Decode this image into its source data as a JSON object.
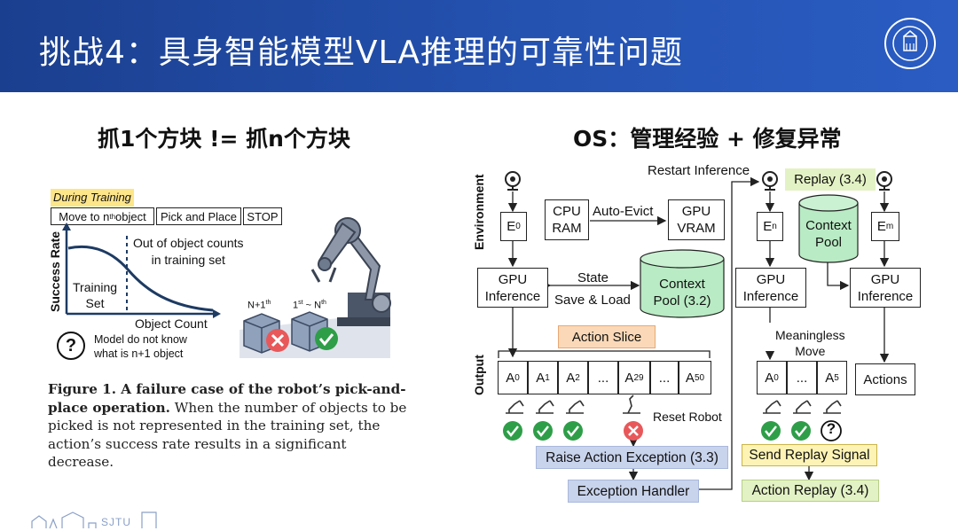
{
  "header": {
    "title": "挑战4：具身智能模型VLA推理的可靠性问题",
    "colors": {
      "band": "#2452b0",
      "text": "#ffffff"
    }
  },
  "left": {
    "heading": "抓1个方块 != 抓n个方块",
    "figure": {
      "during_training": "During Training",
      "task_move_prefix": "Move to n",
      "task_move_sup": "th",
      "task_move_suffix": " object",
      "task_pick": "Pick and Place",
      "task_stop": "STOP",
      "y_axis": "Success Rate",
      "x_axis": "Object Count",
      "training_set_1": "Training",
      "training_set_2": "Set",
      "out_of_counts_1": "Out of object counts",
      "out_of_counts_2": "in training set",
      "question_mark": "?",
      "model_note_1": "Model do not know",
      "model_note_2": "what is n+1 object",
      "n_plus_1": "N+1",
      "n_plus_1_sup": "th",
      "one_to_n_pre": "1",
      "one_to_n_sup1": "st",
      "one_to_n_mid": " ~ N",
      "one_to_n_sup2": "th"
    },
    "caption": {
      "bold": "Figure 1. A failure case of the robot’s pick-and-place operation.",
      "text": " When the number of objects to be picked is not represented in the training set, the action’s success rate results in a significant decrease."
    }
  },
  "right": {
    "heading": "OS：管理经验 + 修复异常",
    "environment": "Environment",
    "output": "Output",
    "e0": "E",
    "e0_sub": "0",
    "en": "E",
    "en_sub": "n",
    "em": "E",
    "em_sub": "m",
    "cpu_ram_1": "CPU",
    "cpu_ram_2": "RAM",
    "auto_evict": "Auto-Evict",
    "gpu_vram_1": "GPU",
    "gpu_vram_2": "VRAM",
    "gpu_inference_1": "GPU",
    "gpu_inference_2": "Inference",
    "state": "State",
    "save_load": "Save & Load",
    "context_pool_32_1": "Context",
    "context_pool_32_2": "Pool (3.2)",
    "context_pool_1": "Context",
    "context_pool_2": "Pool",
    "restart_inference": "Restart Inference",
    "replay_34": "Replay (3.4)",
    "action_slice": "Action Slice",
    "actions_left": [
      {
        "main": "A",
        "sub": "0"
      },
      {
        "main": "A",
        "sub": "1"
      },
      {
        "main": "A",
        "sub": "2"
      },
      {
        "main": "...",
        "sub": ""
      },
      {
        "main": "A",
        "sub": "29"
      },
      {
        "main": "...",
        "sub": ""
      },
      {
        "main": "A",
        "sub": "50"
      }
    ],
    "actions_mid": [
      {
        "main": "A",
        "sub": "0"
      },
      {
        "main": "...",
        "sub": ""
      },
      {
        "main": "A",
        "sub": "5"
      }
    ],
    "actions": "Actions",
    "meaningless_1": "Meaningless",
    "meaningless_2": "Move",
    "reset_robot": "Reset Robot",
    "raise_exception": "Raise Action Exception (3.3)",
    "exception_handler": "Exception Handler",
    "send_replay": "Send Replay Signal",
    "action_replay": "Action Replay (3.4)",
    "colors": {
      "cylinder": "#b9ebc4",
      "action_slice": "#fbd9b8",
      "replay": "#e3f2c4",
      "exception": "#c8d3ec",
      "send_replay": "#fdf3b4",
      "ok": "#2e9e48",
      "fail": "#e8585a"
    }
  },
  "footer": {
    "logo_text": "SJTU"
  }
}
